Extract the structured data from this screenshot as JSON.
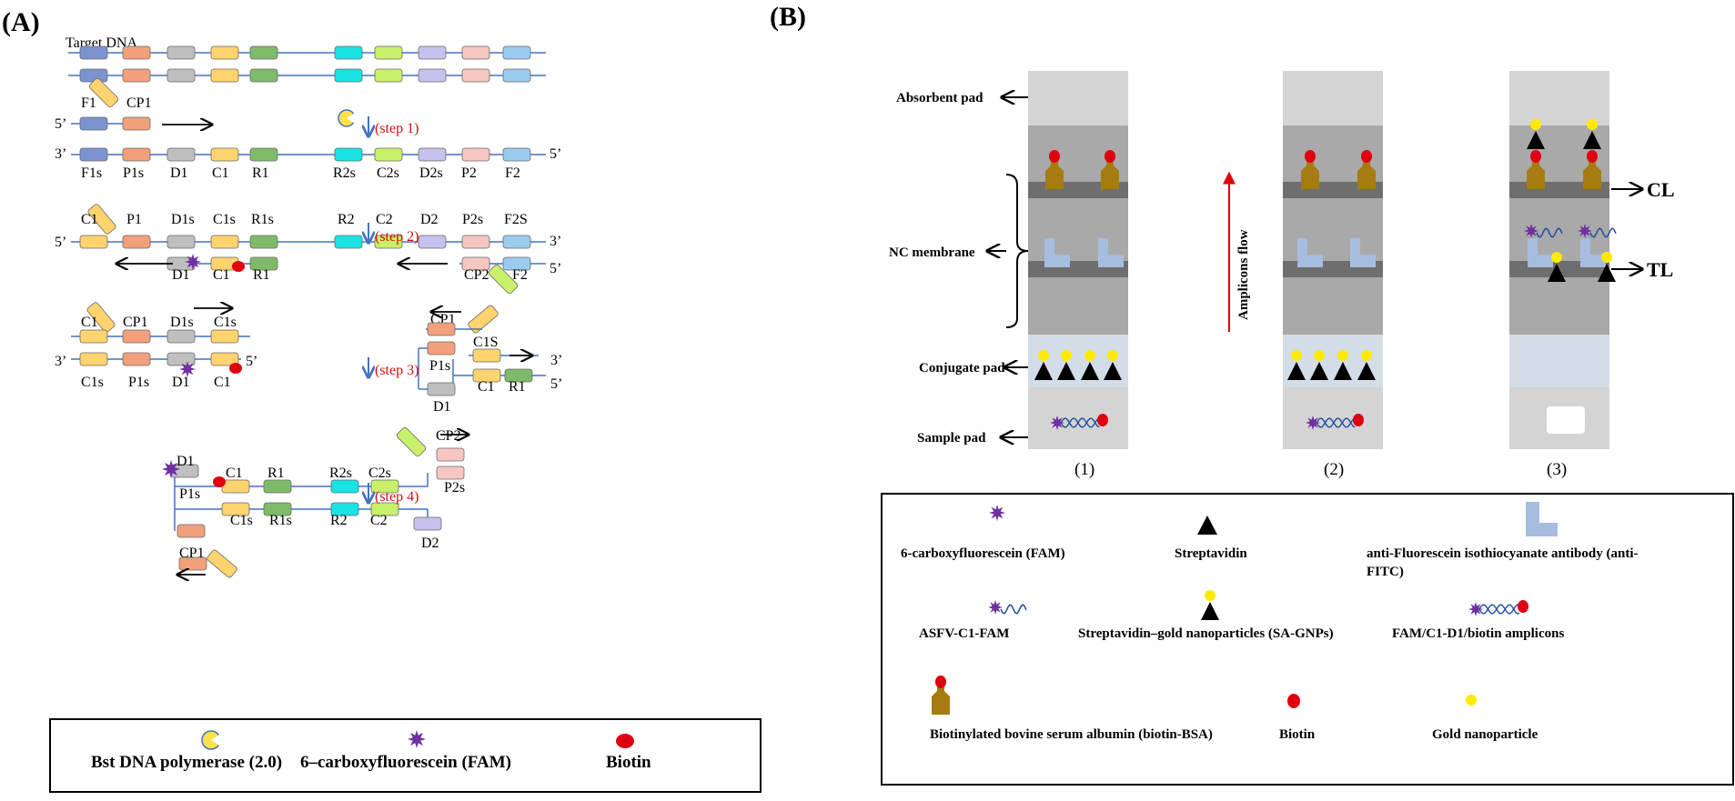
{
  "panelA": {
    "letter": "(A)",
    "target_dna_label": "Target DNA",
    "top_labels": [
      "F1s",
      "P1s",
      "D1",
      "C1",
      "R1",
      "R2s",
      "C2s",
      "D2s",
      "P2",
      "F2"
    ],
    "steps": [
      "step 1",
      "step 2",
      "step 3",
      "step 4"
    ],
    "step1": {
      "primer_left": "F1",
      "primer_right": "CP1",
      "prime5": "5’",
      "prime3": "3’",
      "end5": "5’"
    },
    "step2": {
      "top_labels": [
        "C1",
        "P1",
        "D1s",
        "C1s",
        "R1s",
        "R2",
        "C2",
        "D2",
        "P2s",
        "F2S"
      ],
      "bottom_labels": [
        "D1",
        "C1",
        "R1"
      ],
      "bottom_right": [
        "CP2",
        "F2"
      ],
      "prime5": "5’",
      "prime3": "3’",
      "end5": "5’"
    },
    "step3": {
      "left_top": [
        "C1",
        "CP1",
        "D1s",
        "C1s"
      ],
      "left_bottom": [
        "C1s",
        "P1s",
        "D1",
        "C1"
      ],
      "prime3": "3’",
      "prime5": "5’",
      "right": {
        "cp1": "CP1",
        "c1s": "C1S",
        "p1s": "P1s",
        "c1": "C1",
        "r1": "R1",
        "d1": "D1",
        "end3": "3’",
        "end5": "5’"
      }
    },
    "step4": {
      "labels_top": [
        "D1",
        "C1",
        "R1",
        "R2s",
        "C2s",
        "CP2",
        "P2s"
      ],
      "labels_bottom": [
        "P1s",
        "C1s",
        "R1s",
        "R2",
        "C2",
        "D2",
        "CP1"
      ]
    },
    "legend": {
      "items": [
        "Bst DNA polymerase (2.0)",
        "6–carboxyfluorescein (FAM)",
        "Biotin"
      ]
    }
  },
  "panelB": {
    "letter": "(B)",
    "side_labels": [
      "Absorbent pad",
      "NC membrane",
      "Conjugate pad",
      "Sample pad"
    ],
    "flow_label": "Amplicons flow",
    "line_labels": [
      "CL",
      "TL"
    ],
    "strip_labels": [
      "(1)",
      "(2)",
      "(3)"
    ],
    "legend": {
      "fam": "6-carboxyfluorescein (FAM)",
      "streptavidin": "Streptavidin",
      "antifitc": "anti-Fluorescein isothiocyanate antibody (anti-FITC)",
      "asfv": "ASFV-C1-FAM",
      "sagnps": "Streptavidin–gold nanoparticles (SA-GNPs)",
      "amplicons": "FAM/C1-D1/biotin amplicons",
      "biotinbsa": "Biotinylated bovine serum albumin (biotin-BSA)",
      "biotin": "Biotin",
      "gold": "Gold nanoparticle"
    }
  },
  "colors": {
    "F": "#7b93d0",
    "P": "#f2a07c",
    "D": "#bfbfbf",
    "C": "#ffd36e",
    "R": "#7fba6a",
    "R2": "#19e3e3",
    "C2": "#c8f06a",
    "D2": "#c6c2ee",
    "P2": "#f7c6c0",
    "F2": "#9ccbf0",
    "dna_line": "#4472c4",
    "fam": "#7030a0",
    "biotin": "#e0000f",
    "gold": "#ffea00",
    "step_red": "#d01010",
    "strip_light": "#d4d4d4",
    "strip_mid": "#a9a9a9",
    "strip_dark": "#6e6e6e",
    "conj_pad": "#d3dde8",
    "bsa": "#a67c12",
    "antifitc": "#a7bde0",
    "flow_arrow": "#e00000"
  }
}
